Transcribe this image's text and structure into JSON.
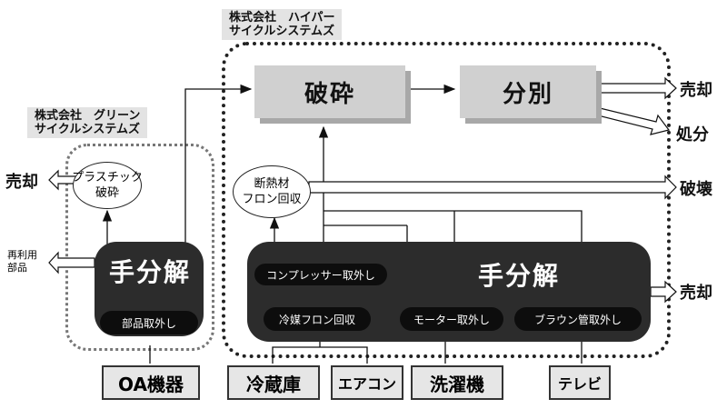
{
  "companies": {
    "hyper": "株式会社　ハイパー\nサイクルシステムズ",
    "green": "株式会社　グリーン\nサイクルシステムズ"
  },
  "processes": {
    "crush": "破砕",
    "sort": "分別"
  },
  "hand_disassembly": "手分解",
  "ovals": {
    "plastic_crush": "プラスチック\n破砕",
    "insulation": "断熱材\nフロン回収"
  },
  "tasks": {
    "parts_removal": "部品取外し",
    "compressor_removal": "コンプレッサー取外し",
    "refrigerant_recovery": "冷媒フロン回収",
    "motor_removal": "モーター取外し",
    "crt_removal": "ブラウン管取外し"
  },
  "sources": {
    "oa": "OA機器",
    "fridge": "冷蔵庫",
    "aircon": "エアコン",
    "washer": "洗濯機",
    "tv": "テレビ"
  },
  "outputs": {
    "sale_top": "売却",
    "disposal": "処分",
    "destroy": "破壊",
    "sale_right": "売却",
    "sale_left": "売却",
    "reuse_parts": "再利用\n部品"
  }
}
